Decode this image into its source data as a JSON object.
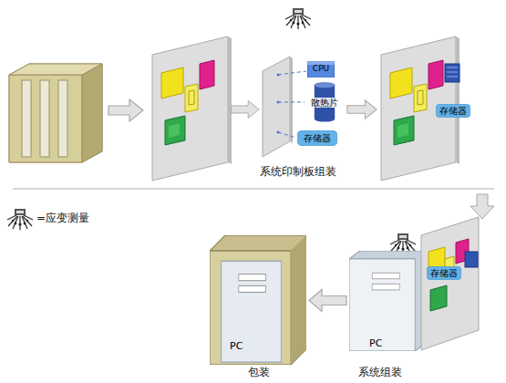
{
  "diagram": {
    "nodes": [
      {
        "text": [
          "CPU"
        ]
      },
      {
        "text": [
          "散热片"
        ]
      },
      {
        "text": [
          "存储器"
        ]
      },
      {
        "text": [
          "存储器"
        ]
      },
      {
        "text": [
          "PC"
        ]
      },
      {
        "text": [
          "PC"
        ]
      },
      {
        "text": [
          "存储器"
        ]
      }
    ],
    "edges": [
      {
        "from": 5,
        "to": 4,
        "arrow": "to"
      }
    ],
    "labels": [
      "系统印制板组装",
      "系统组装",
      "包装"
    ],
    "legend": [
      {
        "text": "=应变测量"
      }
    ]
  }
}
